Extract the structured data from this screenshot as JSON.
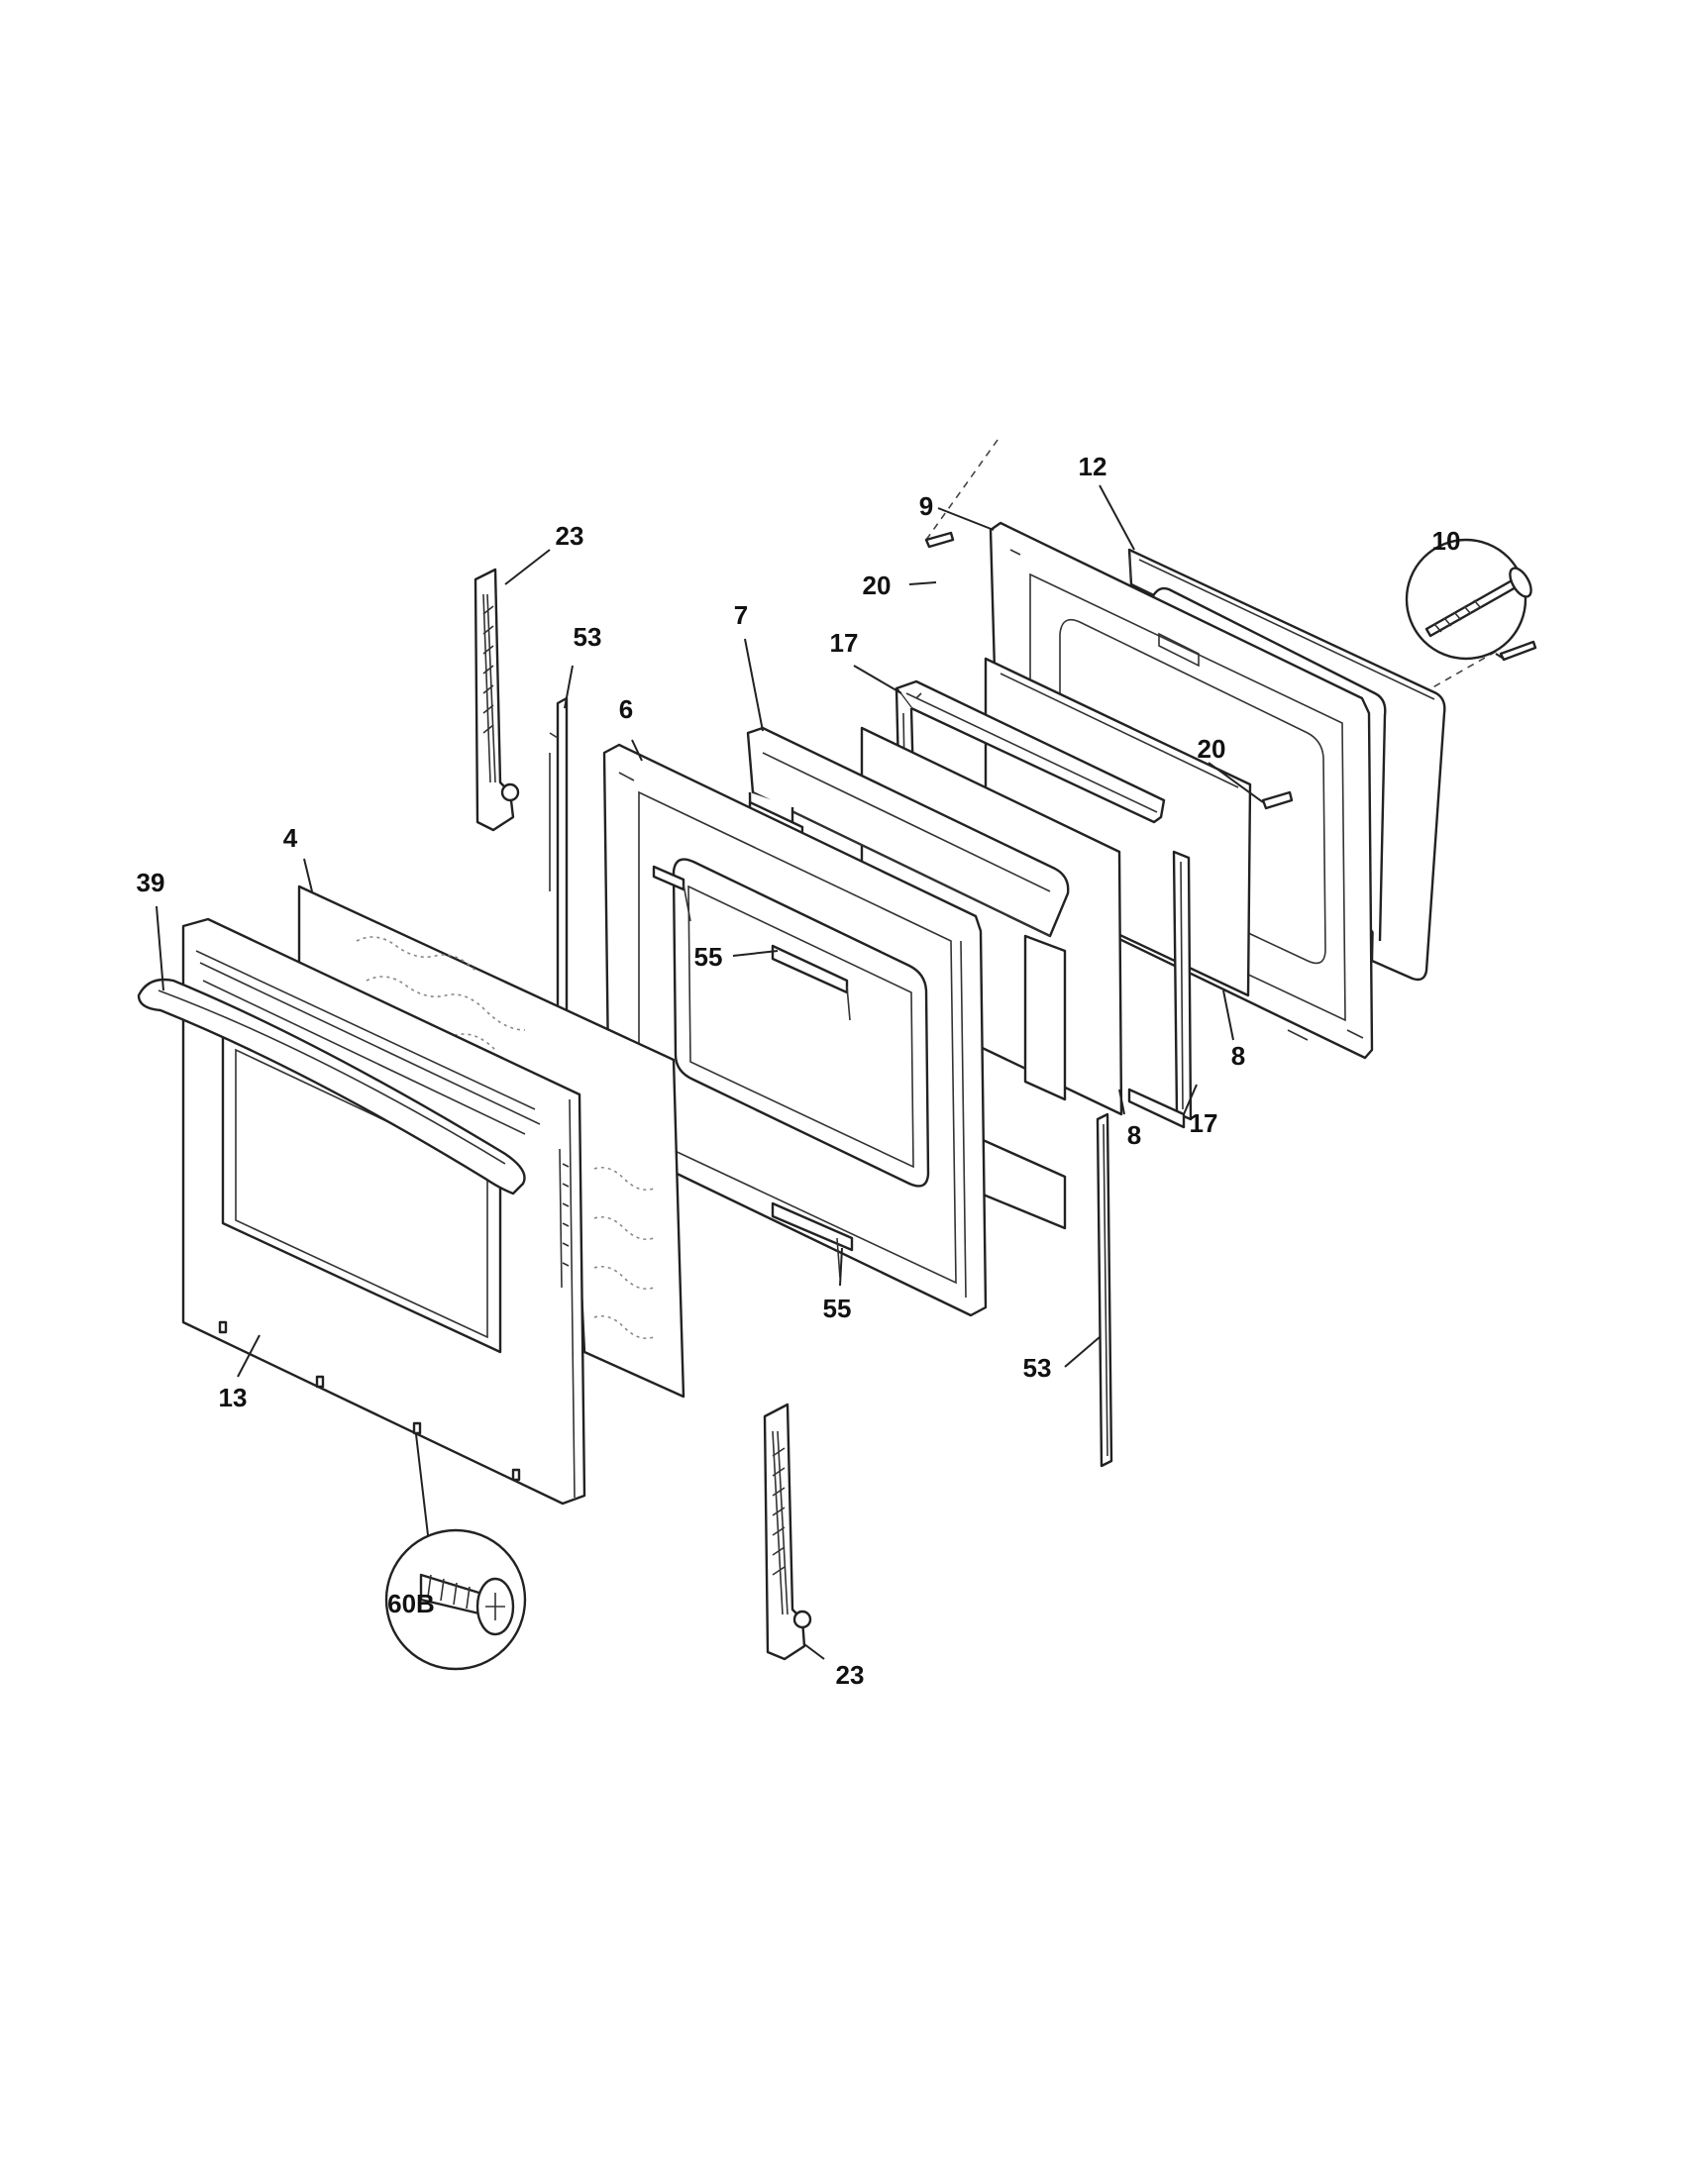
{
  "labels": {
    "p23_top": "23",
    "p53_top": "53",
    "p7": "7",
    "p17_top": "17",
    "p9": "9",
    "p20_top": "20",
    "p12": "12",
    "p10": "10",
    "p6": "6",
    "p4": "4",
    "p39": "39",
    "p55_top": "55",
    "p20_right": "20",
    "p8_right": "8",
    "p8_mid": "8",
    "p17_bottom": "17",
    "p55_bottom": "55",
    "p53_bottom": "53",
    "p13": "13",
    "p60b": "60B",
    "p23_bottom": "23"
  }
}
